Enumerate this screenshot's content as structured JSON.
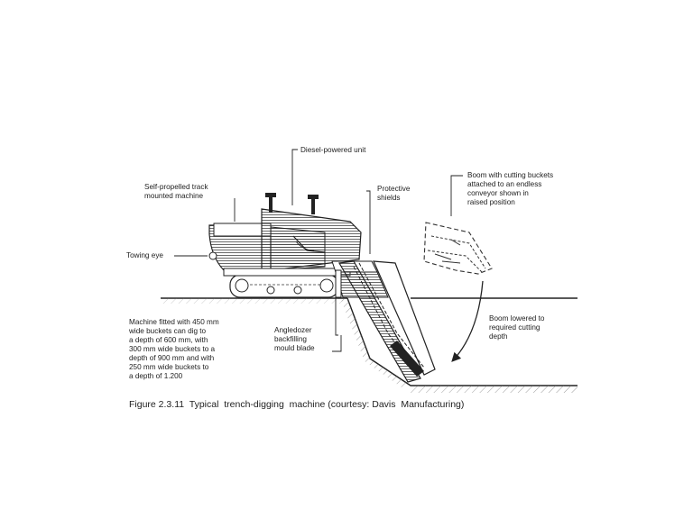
{
  "labels": {
    "diesel_unit": "Diesel-powered unit",
    "self_propelled": "Self-propelled track\nmounted machine",
    "protective_shields": "Protective\nshields",
    "boom_raised": "Boom with cutting buckets\nattached to an endless\nconveyor shown in\nraised position",
    "towing_eye": "Towing eye",
    "boom_lowered": "Boom lowered to\nrequired cutting\ndepth",
    "machine_fitted": "Machine fitted with 450 mm\nwide buckets can dig to\na depth of 600 mm, with\n300 mm wide buckets to a\ndepth of 900 mm and with\n250 mm wide buckets to\na depth of 1.200",
    "angledozer": "Angledozer\nbackfilling\nmould blade"
  },
  "caption": "Figure 2.3.11  Typical  trench-digging  machine (courtesy: Davis  Manufacturing)"
}
